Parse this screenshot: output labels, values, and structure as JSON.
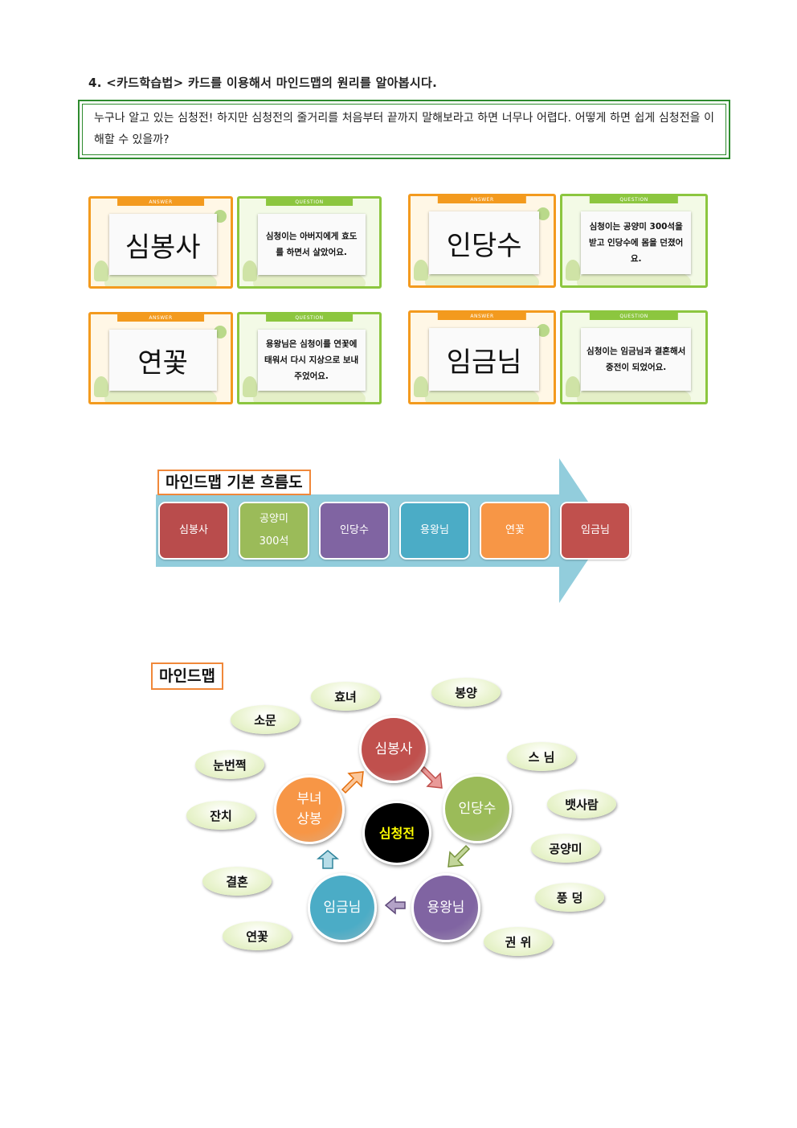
{
  "heading": "4. <카드학습법> 카드를 이용해서 마인드맵의 원리를 알아봅시다.",
  "intro": "누구나 알고 있는 심청전! 하지만 심청전의 줄거리를 처음부터 끝까지 말해보라고 하면 너무나 어렵다. 어떻게 하면 쉽게 심청전을 이해할 수 있을까?",
  "card_tags": {
    "answer": "ANSWER",
    "question": "QUESTION"
  },
  "cards": [
    {
      "answer": "심봉사",
      "question": "심청이는 아버지에게 효도를 하면서 살았어요."
    },
    {
      "answer": "인당수",
      "question": "심청이는 공양미 300석을 받고 인당수에 몸을 던졌어요."
    },
    {
      "answer": "연꽃",
      "question": "용왕님은 심청이를 연꽃에 태워서 다시 지상으로 보내주었어요."
    },
    {
      "answer": "임금님",
      "question": "심청이는 임금님과 결혼해서 중전이 되었어요."
    }
  ],
  "flow": {
    "title": "마인드맵 기본 흐름도",
    "items": [
      {
        "label": "심봉사",
        "color": "#b94c4c"
      },
      {
        "label": "공양미 300석",
        "color": "#9bbb59"
      },
      {
        "label": "인당수",
        "color": "#8064a2"
      },
      {
        "label": "용왕님",
        "color": "#4bacc6"
      },
      {
        "label": "연꽃",
        "color": "#f79646"
      },
      {
        "label": "임금님",
        "color": "#c0504d"
      }
    ],
    "arrow_color": "#92cddc"
  },
  "mindmap": {
    "title": "마인드맵",
    "center": "심청전",
    "nodes": [
      {
        "label": "심봉사",
        "color": "#c0504d"
      },
      {
        "label": "인당수",
        "color": "#9bbb59"
      },
      {
        "label": "용왕님",
        "color": "#8064a2"
      },
      {
        "label": "임금님",
        "color": "#4bacc6"
      },
      {
        "label": "부녀 상봉",
        "color": "#f79646"
      }
    ],
    "keywords": [
      "효녀",
      "봉양",
      "소문",
      "스 님",
      "눈번쩍",
      "뱃사람",
      "잔치",
      "공양미",
      "결혼",
      "풍 덩",
      "연꽃",
      "권 위"
    ]
  }
}
